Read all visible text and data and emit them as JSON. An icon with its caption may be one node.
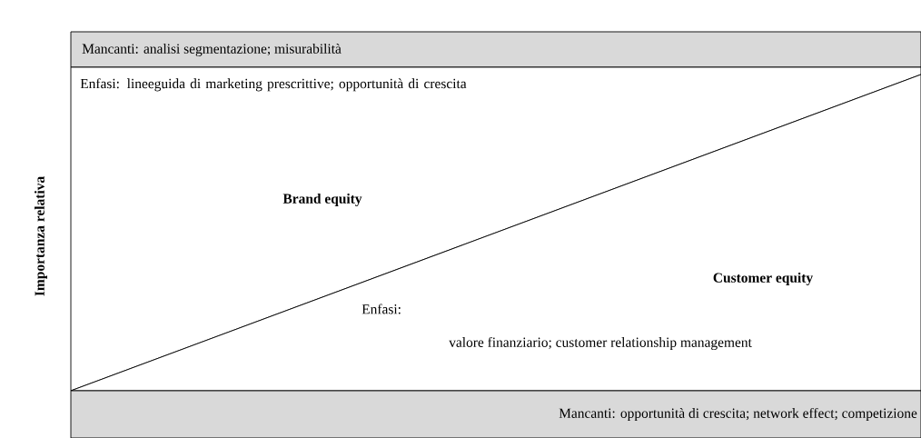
{
  "diagram": {
    "nodes": [
      {
        "text": [
          "Mancanti: analisi segmentazione; misurabilità"
        ]
      },
      {
        "text": [
          "Enfasi: lineeguida di marketing prescrittive; opportunità di crescita",
          "Brand equity"
        ]
      },
      {
        "text": [
          "Customer equity",
          "Enfasi:",
          "valore finanziario; customer relationship management"
        ]
      },
      {
        "text": [
          "Mancanti: opportunità di crescita; network effect; competizione"
        ]
      }
    ],
    "labels": [
      "Importanza relativa"
    ]
  }
}
